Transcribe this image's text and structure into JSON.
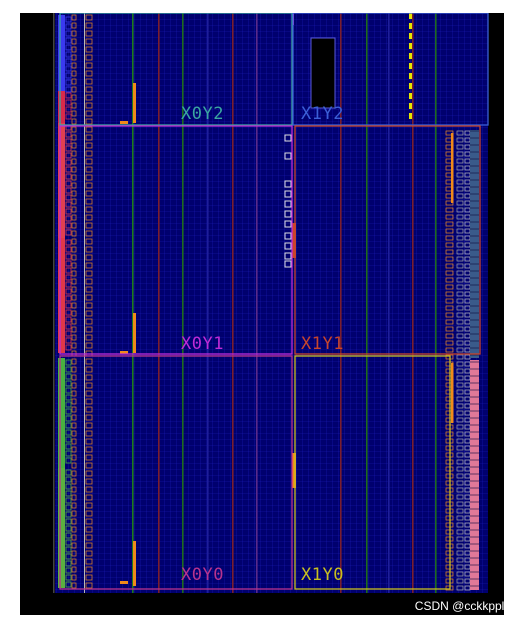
{
  "regions": [
    {
      "id": "X0Y2",
      "label": "X0Y2",
      "color": "#3aa6a0"
    },
    {
      "id": "X1Y2",
      "label": "X1Y2",
      "color": "#3b5fd6"
    },
    {
      "id": "X0Y1",
      "label": "X0Y1",
      "color": "#c02bd6"
    },
    {
      "id": "X1Y1",
      "label": "X1Y1",
      "color": "#c8452b"
    },
    {
      "id": "X0Y0",
      "label": "X0Y0",
      "color": "#b8338e"
    },
    {
      "id": "X1Y0",
      "label": "X1Y0",
      "color": "#c9c01e"
    }
  ],
  "colors": {
    "background": "#000000",
    "device_fill": "#00006e",
    "grid": "#1a1ab0",
    "io_orange": "#f08a1a",
    "io_yellow": "#e6e600"
  },
  "watermark": "CSDN @cckkppll"
}
